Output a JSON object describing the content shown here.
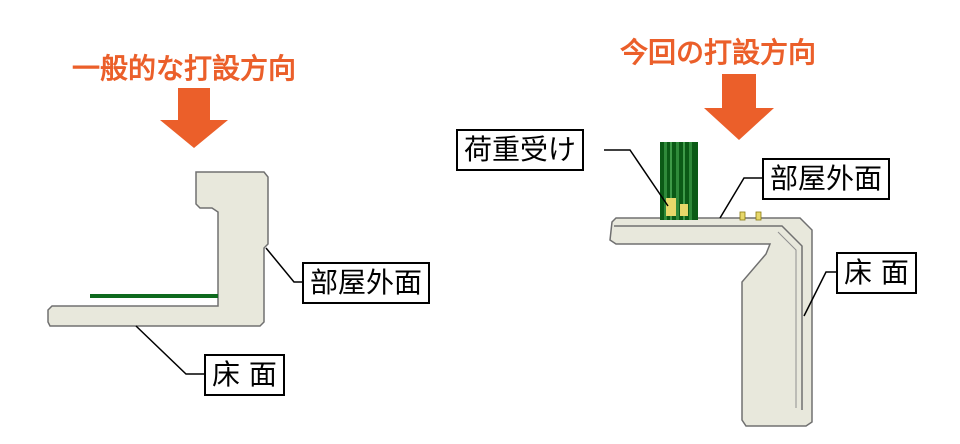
{
  "colors": {
    "accent_orange": "#EB5F2A",
    "concrete_fill": "#E8E8DC",
    "concrete_stroke": "#707070",
    "rebar_green": "#0E6A1E",
    "load_dark_green": "#0B5A16",
    "load_yellow": "#E7D86A",
    "label_border": "#000000",
    "leader_line": "#000000"
  },
  "left_panel": {
    "heading": "一般的な打設方向",
    "wall_label": "部屋外面",
    "floor_label": "床 面",
    "icons": [
      "down-arrow-icon"
    ]
  },
  "right_panel": {
    "heading": "今回の打設方向",
    "load_label": "荷重受け",
    "wall_label": "部屋外面",
    "floor_label": "床 面",
    "icons": [
      "down-arrow-icon"
    ]
  }
}
